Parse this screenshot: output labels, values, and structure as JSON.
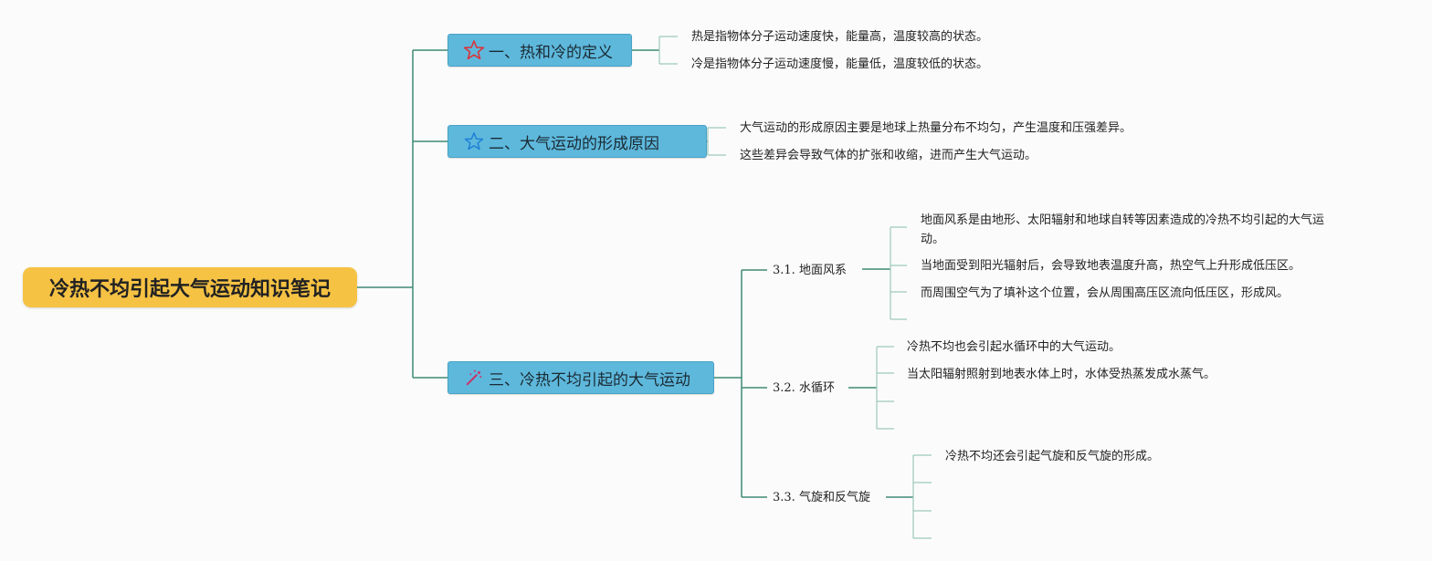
{
  "root": {
    "title": "冷热不均引起大气运动知识笔记",
    "color": "#f6c244"
  },
  "topics": [
    {
      "icon": "red-star-icon",
      "label": "一、热和冷的定义",
      "items": [
        "热是指物体分子运动速度快，能量高，温度较高的状态。",
        "冷是指物体分子运动速度慢，能量低，温度较低的状态。"
      ]
    },
    {
      "icon": "blue-star-icon",
      "label": "二、大气运动的形成原因",
      "items": [
        "大气运动的形成原因主要是地球上热量分布不均匀，产生温度和压强差异。",
        "这些差异会导致气体的扩张和收缩，进而产生大气运动。"
      ]
    },
    {
      "icon": "magic-wand-icon",
      "label": "三、冷热不均引起的大气运动",
      "subtopics": [
        {
          "label": "3.1. 地面风系",
          "items": [
            "地面风系是由地形、太阳辐射和地球自转等因素造成的冷热不均引起的大气运",
            "动。",
            "当地面受到阳光辐射后，会导致地表温度升高，热空气上升形成低压区。",
            "而周围空气为了填补这个位置，会从周围高压区流向低压区，形成风。"
          ]
        },
        {
          "label": "3.2. 水循环",
          "items": [
            "冷热不均也会引起水循环中的大气运动。",
            "当太阳辐射照射到地表水体上时，水体受热蒸发成水蒸气。"
          ]
        },
        {
          "label": "3.3. 气旋和反气旋",
          "items": [
            "冷热不均还会引起气旋和反气旋的形成。"
          ]
        }
      ]
    }
  ],
  "colors": {
    "line": "#3f8a75",
    "topic_fill": "#5eb8dc",
    "leaf_line": "#9cc9bb"
  }
}
